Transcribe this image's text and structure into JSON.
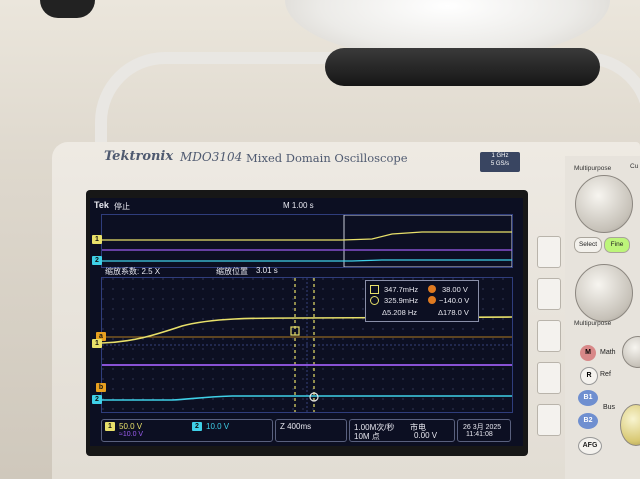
{
  "scope": {
    "brand": "Tektronix",
    "model": "MDO3104",
    "model_desc": "Mixed Domain Oscilloscope",
    "spec_bandwidth": "1 GHz",
    "spec_rate": "5 GS/s"
  },
  "status": {
    "tek": "Tek",
    "run_state": "停止",
    "timebase": "M 1.00 s"
  },
  "zoom": {
    "factor_label": "缩放系数: 2.5 X",
    "position_label": "缩放位置",
    "position_value": "3.01 s"
  },
  "cursor_readout": {
    "a_freq": "347.7mHz",
    "a_ch_value": "38.00 V",
    "b_freq": "325.9mHz",
    "b_ch_value": "−140.0 V",
    "delta_freq": "Δ5.208 Hz",
    "delta_v": "Δ178.0 V"
  },
  "markers": {
    "ch1": "1",
    "ch2": "2",
    "ref_a": "a",
    "ref_b": "b"
  },
  "bottom_bar": {
    "ch1_scale": "50.0 V",
    "ch2_badge": "2",
    "ch2_scale": "10.0 V",
    "ch1_sub": "≈10.0 V",
    "horiz": "Z 400ms",
    "sample_rate": "1.00M次/秒",
    "record_len": "10M 点",
    "trigger_src": "市电",
    "trigger_level": "0.00 V",
    "date": "26 3月 2025",
    "time": "11:41:08"
  },
  "panel": {
    "multipurpose_a": "Multipurpose",
    "multipurpose_b": "Multipurpose",
    "select": "Select",
    "fine": "Fine",
    "m": "M",
    "math": "Math",
    "r": "R",
    "ref": "Ref",
    "b1": "B1",
    "b2": "B2",
    "bus": "Bus",
    "afg": "AFG",
    "cut": "Cu"
  },
  "colors": {
    "ch1": "#e8e06a",
    "ch2": "#3fd0e8",
    "math_trace": "#9b5cf0",
    "ref_marker": "#e07a20"
  }
}
